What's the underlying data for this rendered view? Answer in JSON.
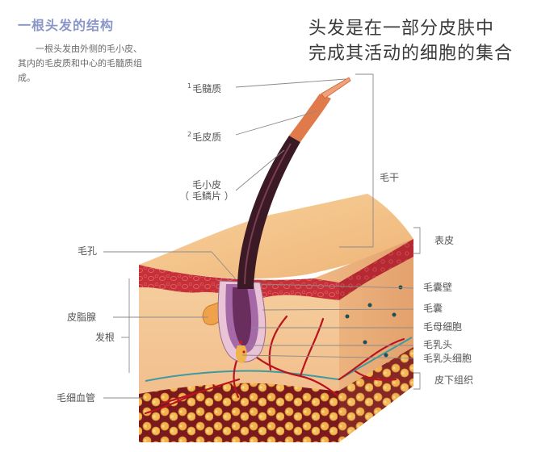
{
  "header": {
    "subhead": "一根头发的结构",
    "intro": "一根头发由外侧的毛小皮、其内的毛皮质和中心的毛髓质组成。",
    "headline_line1": "头发是在一部分皮肤中",
    "headline_line2": "完成其活动的细胞的集合"
  },
  "labels": {
    "medulla_num": "1",
    "medulla": "毛髓质",
    "cortex_num": "2",
    "cortex": "毛皮质",
    "cuticle": "毛小皮",
    "cuticle_alt": "（ 毛鳞片 ）",
    "hair_shaft": "毛干",
    "epidermis": "表皮",
    "pore": "毛孔",
    "follicle_wall": "毛囊壁",
    "follicle": "毛囊",
    "sebaceous_gland": "皮脂腺",
    "matrix_cells": "毛母细胞",
    "hair_root": "发根",
    "papilla": "毛乳头",
    "papilla_cells": "毛乳头细胞",
    "subcutaneous": "皮下组织",
    "capillary": "毛细血管"
  },
  "colors": {
    "skin_top": "#f4c48a",
    "skin_front": "#f3c28c",
    "skin_side": "#e9ad78",
    "epidermis": "#c9323a",
    "hair_dark": "#3a1a24",
    "hair_tip": "#e88a5a",
    "fat": "#f2b24a",
    "vessel": "#b8141f",
    "leader": "#8a8a8a"
  }
}
